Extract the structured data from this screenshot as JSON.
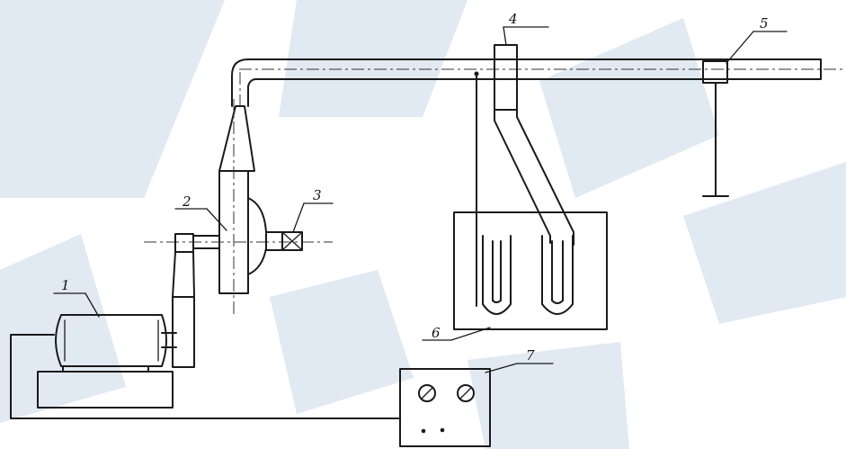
{
  "diagram": {
    "labels": {
      "motor": "1",
      "fan": "2",
      "valve": "3",
      "probe_holder": "4",
      "support_clamp": "5",
      "bath": "6",
      "control_box": "7"
    }
  },
  "colors": {
    "line": "#1a1a1a",
    "background": "#ffffff",
    "watermark": "#c9d7e7"
  }
}
